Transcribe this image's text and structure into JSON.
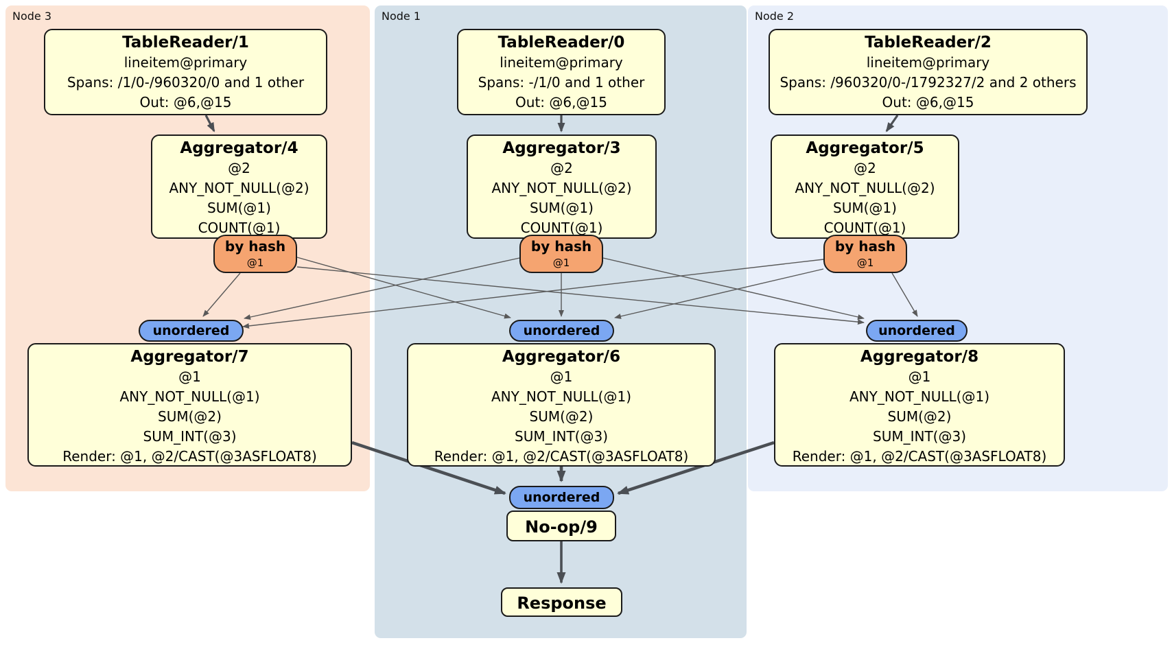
{
  "regions": {
    "node3": {
      "label": "Node 3"
    },
    "node1": {
      "label": "Node 1"
    },
    "node2": {
      "label": "Node 2"
    }
  },
  "processors": {
    "tr1": {
      "title": "TableReader/1",
      "lines": [
        "lineitem@primary",
        "Spans: /1/0-/960320/0 and 1 other",
        "Out: @6,@15"
      ]
    },
    "tr0": {
      "title": "TableReader/0",
      "lines": [
        "lineitem@primary",
        "Spans: -/1/0 and 1 other",
        "Out: @6,@15"
      ]
    },
    "tr2": {
      "title": "TableReader/2",
      "lines": [
        "lineitem@primary",
        "Spans: /960320/0-/1792327/2 and 2 others",
        "Out: @6,@15"
      ]
    },
    "agg4": {
      "title": "Aggregator/4",
      "lines": [
        "@2",
        "ANY_NOT_NULL(@2)",
        "SUM(@1)",
        "COUNT(@1)"
      ]
    },
    "agg3": {
      "title": "Aggregator/3",
      "lines": [
        "@2",
        "ANY_NOT_NULL(@2)",
        "SUM(@1)",
        "COUNT(@1)"
      ]
    },
    "agg5": {
      "title": "Aggregator/5",
      "lines": [
        "@2",
        "ANY_NOT_NULL(@2)",
        "SUM(@1)",
        "COUNT(@1)"
      ]
    },
    "agg7": {
      "title": "Aggregator/7",
      "lines": [
        "@1",
        "ANY_NOT_NULL(@1)",
        "SUM(@2)",
        "SUM_INT(@3)",
        "Render: @1, @2/CAST(@3ASFLOAT8)"
      ]
    },
    "agg6": {
      "title": "Aggregator/6",
      "lines": [
        "@1",
        "ANY_NOT_NULL(@1)",
        "SUM(@2)",
        "SUM_INT(@3)",
        "Render: @1, @2/CAST(@3ASFLOAT8)"
      ]
    },
    "agg8": {
      "title": "Aggregator/8",
      "lines": [
        "@1",
        "ANY_NOT_NULL(@1)",
        "SUM(@2)",
        "SUM_INT(@3)",
        "Render: @1, @2/CAST(@3ASFLOAT8)"
      ]
    },
    "noop9": {
      "title": "No-op/9"
    },
    "response": {
      "title": "Response"
    }
  },
  "routers": {
    "by_hash": {
      "label": "by hash",
      "sub": "@1"
    },
    "unordered": {
      "label": "unordered"
    }
  },
  "colors": {
    "region_node3": "#fce4d5",
    "region_node1": "#d3e0e9",
    "region_node2": "#e9effa",
    "processor_fill": "#ffffd9",
    "hash_router_fill": "#f5a470",
    "unordered_router_fill": "#7ba7f2",
    "edge_color": "#4b4f54"
  }
}
